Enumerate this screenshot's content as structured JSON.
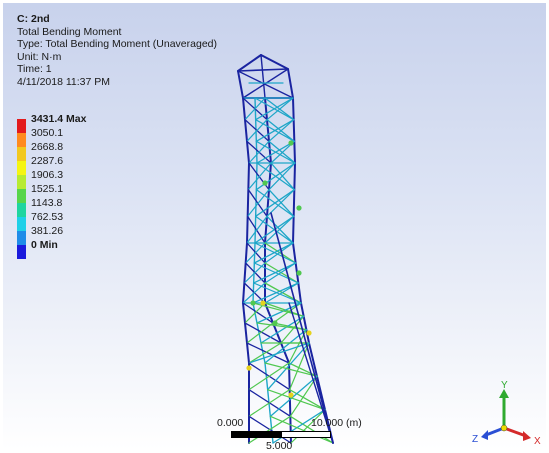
{
  "info": {
    "system": "C: 2nd",
    "result": "Total Bending Moment",
    "type": "Type: Total Bending Moment (Unaveraged)",
    "unit": "Unit: N·m",
    "time": "Time: 1",
    "date": "4/11/2018 11:37 PM"
  },
  "legend": {
    "entries": [
      {
        "label": "3431.4 Max",
        "color": "#e31a1c",
        "bold": true
      },
      {
        "label": "3050.1",
        "color": "#ff8a1e",
        "bold": false
      },
      {
        "label": "2668.8",
        "color": "#f2c81e",
        "bold": false
      },
      {
        "label": "2287.6",
        "color": "#f5f514",
        "bold": false
      },
      {
        "label": "1906.3",
        "color": "#b7eb32",
        "bold": false
      },
      {
        "label": "1525.1",
        "color": "#57d54a",
        "bold": false
      },
      {
        "label": "1143.8",
        "color": "#1ed5a0",
        "bold": false
      },
      {
        "label": "762.53",
        "color": "#1ed0e8",
        "bold": false
      },
      {
        "label": "381.26",
        "color": "#1e8ce8",
        "bold": false
      },
      {
        "label": "0 Min",
        "color": "#1a1adc",
        "bold": true
      }
    ]
  },
  "scale_bar": {
    "left_label": "0.000",
    "right_label": "10.000 (m)",
    "mid_label": "5.000"
  },
  "triad": {
    "x_label": "X",
    "y_label": "Y",
    "z_label": "Z"
  },
  "colors": {
    "structure_primary": "#1a24a0",
    "structure_secondary": "#1ea6c8",
    "accent_green": "#50c850",
    "accent_yellow": "#e6d21e"
  }
}
